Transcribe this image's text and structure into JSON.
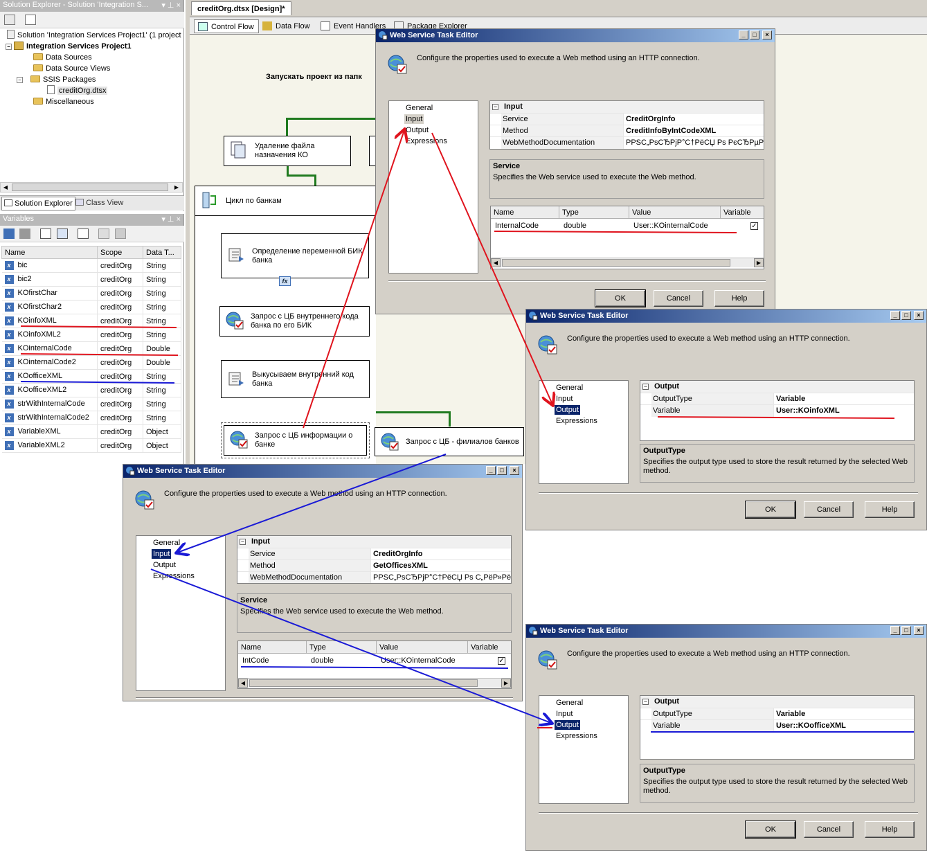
{
  "solution_explorer": {
    "title": "Solution Explorer - Solution 'Integration S...",
    "pins": "▾ ⊥ ×",
    "tree": [
      {
        "label": "Solution 'Integration Services Project1' (1 project",
        "bold": false
      },
      {
        "label": "Integration Services Project1",
        "bold": true
      },
      {
        "label": "Data Sources",
        "bold": false
      },
      {
        "label": "Data Source Views",
        "bold": false
      },
      {
        "label": "SSIS Packages",
        "bold": false
      },
      {
        "label": "creditOrg.dtsx",
        "bold": false
      },
      {
        "label": "Miscellaneous",
        "bold": false
      }
    ],
    "tabs": {
      "solution_explorer": "Solution Explorer",
      "class_view": "Class View"
    }
  },
  "variables": {
    "title": "Variables",
    "columns": [
      "Name",
      "Scope",
      "Data T..."
    ],
    "rows": [
      {
        "name": "bic",
        "scope": "creditOrg",
        "type": "String"
      },
      {
        "name": "bic2",
        "scope": "creditOrg",
        "type": "String"
      },
      {
        "name": "KOfirstChar",
        "scope": "creditOrg",
        "type": "String"
      },
      {
        "name": "KOfirstChar2",
        "scope": "creditOrg",
        "type": "String"
      },
      {
        "name": "KOinfoXML",
        "scope": "creditOrg",
        "type": "String"
      },
      {
        "name": "KOinfoXML2",
        "scope": "creditOrg",
        "type": "String"
      },
      {
        "name": "KOinternalCode",
        "scope": "creditOrg",
        "type": "Double"
      },
      {
        "name": "KOinternalCode2",
        "scope": "creditOrg",
        "type": "Double"
      },
      {
        "name": "KOofficeXML",
        "scope": "creditOrg",
        "type": "String"
      },
      {
        "name": "KOofficeXML2",
        "scope": "creditOrg",
        "type": "String"
      },
      {
        "name": "strWithInternalCode",
        "scope": "creditOrg",
        "type": "String"
      },
      {
        "name": "strWithInternalCode2",
        "scope": "creditOrg",
        "type": "String"
      },
      {
        "name": "VariableXML",
        "scope": "creditOrg",
        "type": "Object"
      },
      {
        "name": "VariableXML2",
        "scope": "creditOrg",
        "type": "Object"
      }
    ]
  },
  "designer": {
    "doc_tab": "creditOrg.dtsx [Design]*",
    "tabs": [
      "Control Flow",
      "Data Flow",
      "Event Handlers",
      "Package Explorer"
    ],
    "heading": "Запускать проект из папк",
    "tasks": {
      "delete_file": "Удаление файла назначения КО",
      "loop": "Цикл по банкам",
      "define_bik": "Определение переменной БИК банка",
      "request_internal": "Запрос с ЦБ внутреннего кода банка по его БИК",
      "extract_internal": "Выкусываем внутренний код банка",
      "request_info": "Запрос с ЦБ информации о банке",
      "request_branches": "Запрос с ЦБ - филиалов банков"
    },
    "fx": "fx"
  },
  "dialog1": {
    "title": "Web Service Task Editor",
    "description": "Configure the properties used to execute a Web method using an HTTP connection.",
    "nav": [
      "General",
      "Input",
      "Output",
      "Expressions"
    ],
    "section": "Input",
    "props": [
      {
        "key": "Service",
        "value": "CreditOrgInfo"
      },
      {
        "key": "Method",
        "value": "CreditInfoByIntCodeXML"
      },
      {
        "key": "WebMethodDocumentation",
        "value": "РРЅС„РѕСЂРјР°С†РёСЏ Рѕ РєСЂРµРґРёС"
      }
    ],
    "help_title": "Service",
    "help_desc": "Specifies the Web service used to execute the Web method.",
    "grid_cols": [
      "Name",
      "Type",
      "Value",
      "Variable"
    ],
    "grid_row": {
      "name": "InternalCode",
      "type": "double",
      "value": "User::KOinternalCode",
      "variable": "✓"
    },
    "buttons": {
      "ok": "OK",
      "cancel": "Cancel",
      "help": "Help"
    }
  },
  "dialog2": {
    "title": "Web Service Task Editor",
    "description": "Configure the properties used to execute a Web method using an HTTP connection.",
    "nav": [
      "General",
      "Input",
      "Output",
      "Expressions"
    ],
    "section": "Output",
    "props": [
      {
        "key": "OutputType",
        "value": "Variable"
      },
      {
        "key": "Variable",
        "value": "User::KOinfoXML"
      }
    ],
    "help_title": "OutputType",
    "help_desc": "Specifies the output type used to store the result returned by the selected Web method.",
    "buttons": {
      "ok": "OK",
      "cancel": "Cancel",
      "help": "Help"
    }
  },
  "dialog3": {
    "title": "Web Service Task Editor",
    "description": "Configure the properties used to execute a Web method using an HTTP connection.",
    "nav": [
      "General",
      "Input",
      "Output",
      "Expressions"
    ],
    "section": "Input",
    "props": [
      {
        "key": "Service",
        "value": "CreditOrgInfo"
      },
      {
        "key": "Method",
        "value": "GetOfficesXML"
      },
      {
        "key": "WebMethodDocumentation",
        "value": "РРЅС„РѕСЂРјР°С†РёСЏ Рѕ С„РёР»РёР°"
      }
    ],
    "help_title": "Service",
    "help_desc": "Specifies the Web service used to execute the Web method.",
    "grid_cols": [
      "Name",
      "Type",
      "Value",
      "Variable"
    ],
    "grid_row": {
      "name": "IntCode",
      "type": "double",
      "value": "User::KOinternalCode",
      "variable": "✓"
    }
  },
  "dialog4": {
    "title": "Web Service Task Editor",
    "description": "Configure the properties used to execute a Web method using an HTTP connection.",
    "nav": [
      "General",
      "Input",
      "Output",
      "Expressions"
    ],
    "section": "Output",
    "props": [
      {
        "key": "OutputType",
        "value": "Variable"
      },
      {
        "key": "Variable",
        "value": "User::KOofficeXML"
      }
    ],
    "help_title": "OutputType",
    "help_desc": "Specifies the output type used to store the result returned by the selected Web method.",
    "buttons": {
      "ok": "OK",
      "cancel": "Cancel",
      "help": "Help"
    }
  },
  "colors": {
    "annotation_red": "#e0141e",
    "annotation_blue": "#1a1ad6",
    "title_bar": "#0a246a",
    "connector_green": "#1f7a1f"
  }
}
